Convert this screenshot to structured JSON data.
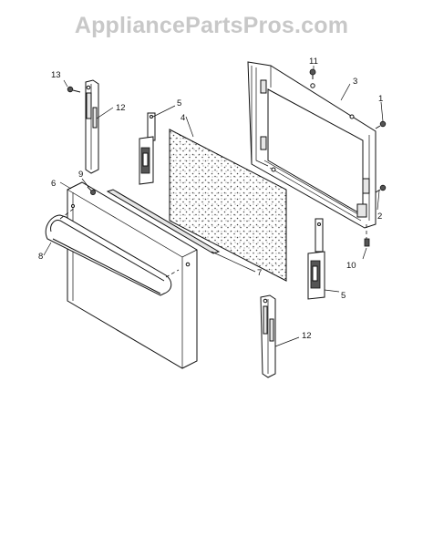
{
  "watermark": "AppliancePartsPros.com",
  "callouts": {
    "c1": "1",
    "c2": "2",
    "c3": "3",
    "c4": "4",
    "c5_top": "5",
    "c5_bottom": "5",
    "c6": "6",
    "c7": "7",
    "c8": "8",
    "c9": "9",
    "c10": "10",
    "c11": "11",
    "c12_top": "12",
    "c12_bottom": "12",
    "c13": "13"
  }
}
